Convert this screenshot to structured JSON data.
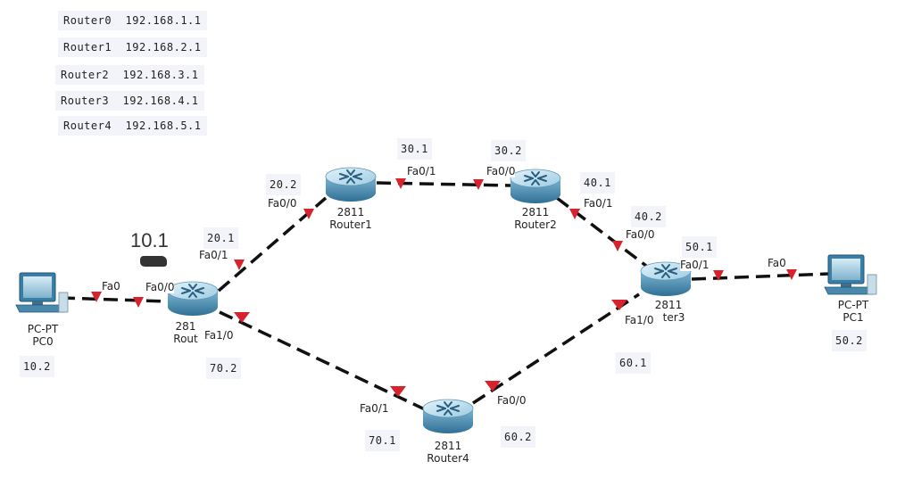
{
  "router_table": [
    {
      "name": "Router0",
      "ip": "192.168.1.1"
    },
    {
      "name": "Router1",
      "ip": "192.168.2.1"
    },
    {
      "name": "Router2",
      "ip": "192.168.3.1"
    },
    {
      "name": "Router3",
      "ip": "192.168.4.1"
    },
    {
      "name": "Router4",
      "ip": "192.168.5.1"
    }
  ],
  "devices": {
    "pc0": {
      "model": "PC-PT",
      "name": "PC0"
    },
    "pc1": {
      "model": "PC-PT",
      "name": "PC1"
    },
    "router0": {
      "model": "281",
      "name": "Rout"
    },
    "router1": {
      "model": "2811",
      "name": "Router1"
    },
    "router2": {
      "model": "2811",
      "name": "Router2"
    },
    "router3": {
      "model": "2811",
      "name": "ter3"
    },
    "router4": {
      "model": "2811",
      "name": "Router4"
    }
  },
  "interfaces": {
    "pc0_fa0": "Fa0",
    "r0_fa00": "Fa0/0",
    "r0_fa01": "Fa0/1",
    "r0_fa10": "Fa1/0",
    "r1_fa00": "Fa0/0",
    "r1_fa01": "Fa0/1",
    "r2_fa00": "Fa0/0",
    "r2_fa01": "Fa0/1",
    "r3_fa00": "Fa0/0",
    "r3_fa01": "Fa0/1",
    "r3_fa10": "Fa1/0",
    "r4_fa00": "Fa0/0",
    "r4_fa01": "Fa0/1",
    "pc1_fa0": "Fa0"
  },
  "address_notes": {
    "n10_2": "10.2",
    "n20_1": "20.1",
    "n20_2": "20.2",
    "n30_1": "30.1",
    "n30_2": "30.2",
    "n40_1": "40.1",
    "n40_2": "40.2",
    "n50_1": "50.1",
    "n50_2": "50.2",
    "n60_1": "60.1",
    "n60_2": "60.2",
    "n70_1": "70.1",
    "n70_2": "70.2"
  },
  "overlay_text": "10.1",
  "colors": {
    "link": "#111111",
    "marker": "#d6232e",
    "note_bg": "#f2f4f9",
    "router_top": "#bfe0ef",
    "router_side": "#4e8fb3"
  }
}
